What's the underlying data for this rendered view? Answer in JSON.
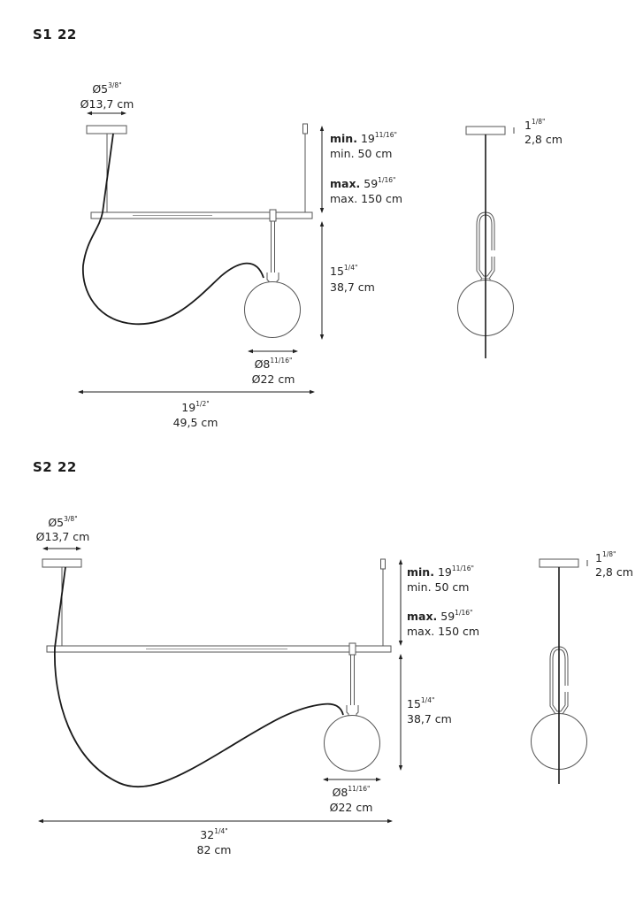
{
  "sections": [
    {
      "id": "s1",
      "title": "S1 22",
      "canopy_diameter": {
        "imperial_main": "Ø5",
        "imperial_frac": "3/8",
        "imperial_unit": "\"",
        "metric": "Ø13,7 cm"
      },
      "min_height": {
        "prefix": "min.",
        "imperial_main": "19",
        "imperial_frac": "11/16",
        "imperial_unit": "\"",
        "metric": "min. 50 cm"
      },
      "max_height": {
        "prefix": "max.",
        "imperial_main": "59",
        "imperial_frac": "1/16",
        "imperial_unit": "\"",
        "metric": "max. 150 cm"
      },
      "drop": {
        "imperial_main": "15",
        "imperial_frac": "1/4",
        "imperial_unit": "\"",
        "metric": "38,7 cm"
      },
      "globe_diameter": {
        "imperial_main": "Ø8",
        "imperial_frac": "11/16",
        "imperial_unit": "\"",
        "metric": "Ø22 cm"
      },
      "width": {
        "imperial_main": "19",
        "imperial_frac": "1/2",
        "imperial_unit": "\"",
        "metric": "49,5  cm"
      },
      "canopy_height": {
        "imperial_main": "1",
        "imperial_frac": "1/8",
        "imperial_unit": "\"",
        "metric": "2,8 cm"
      }
    },
    {
      "id": "s2",
      "title": "S2 22",
      "canopy_diameter": {
        "imperial_main": "Ø5",
        "imperial_frac": "3/8",
        "imperial_unit": "\"",
        "metric": "Ø13,7 cm"
      },
      "min_height": {
        "prefix": "min.",
        "imperial_main": "19",
        "imperial_frac": "11/16",
        "imperial_unit": "\"",
        "metric": "min. 50 cm"
      },
      "max_height": {
        "prefix": "max.",
        "imperial_main": "59",
        "imperial_frac": "1/16",
        "imperial_unit": "\"",
        "metric": "max. 150 cm"
      },
      "drop": {
        "imperial_main": "15",
        "imperial_frac": "1/4",
        "imperial_unit": "\"",
        "metric": "38,7 cm"
      },
      "globe_diameter": {
        "imperial_main": "Ø8",
        "imperial_frac": "11/16",
        "imperial_unit": "\"",
        "metric": "Ø22 cm"
      },
      "width": {
        "imperial_main": "32",
        "imperial_frac": "1/4",
        "imperial_unit": "\"",
        "metric": "82 cm"
      },
      "canopy_height": {
        "imperial_main": "1",
        "imperial_frac": "1/8",
        "imperial_unit": "\"",
        "metric": "2,8 cm"
      }
    }
  ],
  "colors": {
    "line": "#555555",
    "cable": "#1a1a1a",
    "text": "#222222"
  }
}
